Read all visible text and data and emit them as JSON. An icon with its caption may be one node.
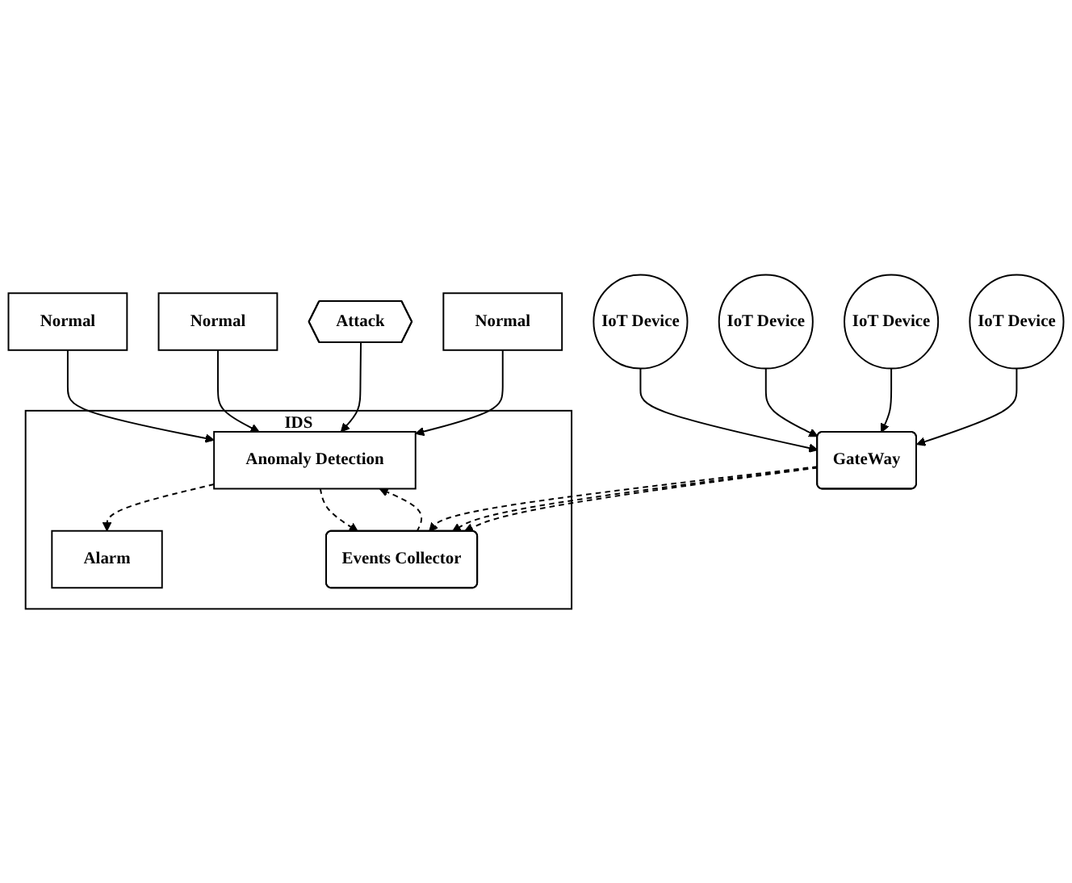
{
  "diagram": {
    "nodes": [
      {
        "text": [
          "Normal"
        ]
      },
      {
        "text": [
          "Normal"
        ]
      },
      {
        "text": [
          "Attack"
        ]
      },
      {
        "text": [
          "Normal"
        ]
      },
      {
        "text": [
          "IDS"
        ]
      },
      {
        "text": [
          "Alarm"
        ],
        "in": 4
      },
      {
        "text": [
          "Anomaly Detection"
        ],
        "in": 4
      },
      {
        "text": [
          "Events Collector"
        ],
        "in": 4
      },
      {
        "text": [
          "GateWay"
        ]
      },
      {
        "text": [
          "IoT Device"
        ]
      },
      {
        "text": [
          "IoT Device"
        ]
      },
      {
        "text": [
          "IoT Device"
        ]
      },
      {
        "text": [
          "IoT Device"
        ]
      }
    ],
    "edges": [
      {
        "from": 0,
        "to": 6,
        "arrow": "to"
      },
      {
        "from": 1,
        "to": 6,
        "arrow": "to"
      },
      {
        "from": 2,
        "to": 6,
        "arrow": "to"
      },
      {
        "from": 3,
        "to": 6,
        "arrow": "to"
      },
      {
        "from": 6,
        "to": 5,
        "arrow": "to",
        "style": "dashed"
      },
      {
        "from": 6,
        "to": 7,
        "arrow": "to",
        "style": "dashed"
      },
      {
        "from": 7,
        "to": 6,
        "arrow": "to",
        "style": "dashed"
      },
      {
        "from": 8,
        "to": 7,
        "arrow": "to",
        "style": "dashed"
      },
      {
        "from": 8,
        "to": 7,
        "arrow": "to",
        "style": "dashed"
      },
      {
        "from": 8,
        "to": 7,
        "arrow": "to",
        "style": "dashed"
      },
      {
        "from": 9,
        "to": 8,
        "arrow": "to"
      },
      {
        "from": 10,
        "to": 8,
        "arrow": "to"
      },
      {
        "from": 11,
        "to": 8,
        "arrow": "to"
      },
      {
        "from": 12,
        "to": 8,
        "arrow": "to"
      }
    ]
  }
}
